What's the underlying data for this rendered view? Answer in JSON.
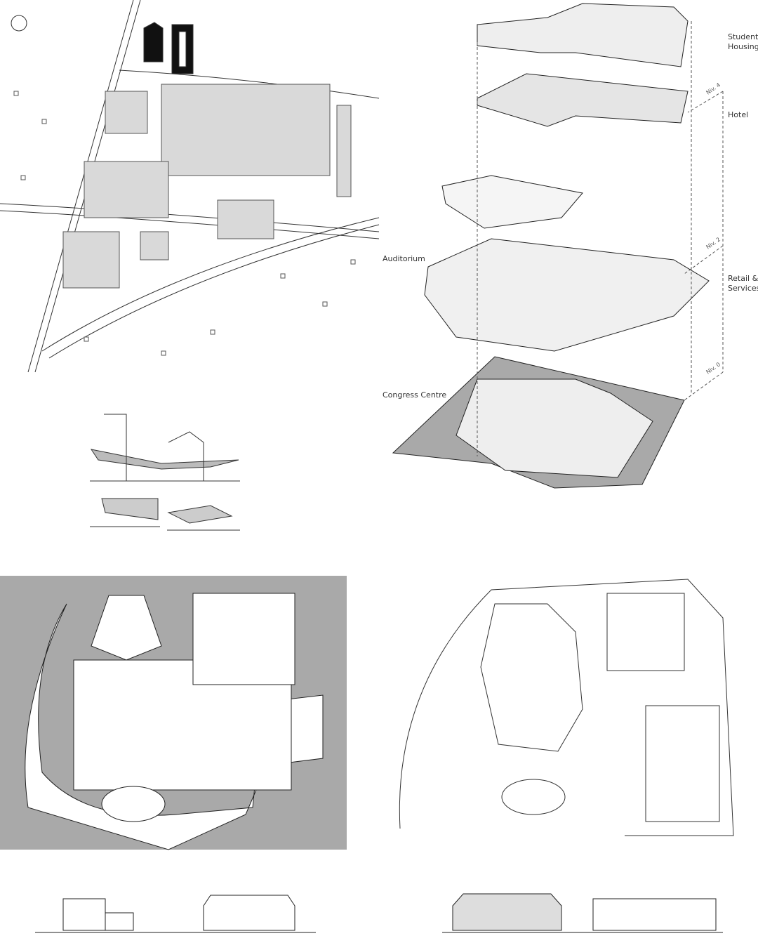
{
  "labels": {
    "student_housing": "Student Housing",
    "hotel": "Hotel",
    "auditorium": "Auditorium",
    "retail_services": "Retail & Services",
    "congress_centre": "Congress Centre"
  },
  "levels": {
    "niv4": "Niv. 4",
    "niv2": "Niv. 2",
    "niv0": "Niv. 0"
  },
  "colors": {
    "plan_grey": "#a9a9a9",
    "building_grey": "#d9d9d9",
    "line": "#222222"
  }
}
